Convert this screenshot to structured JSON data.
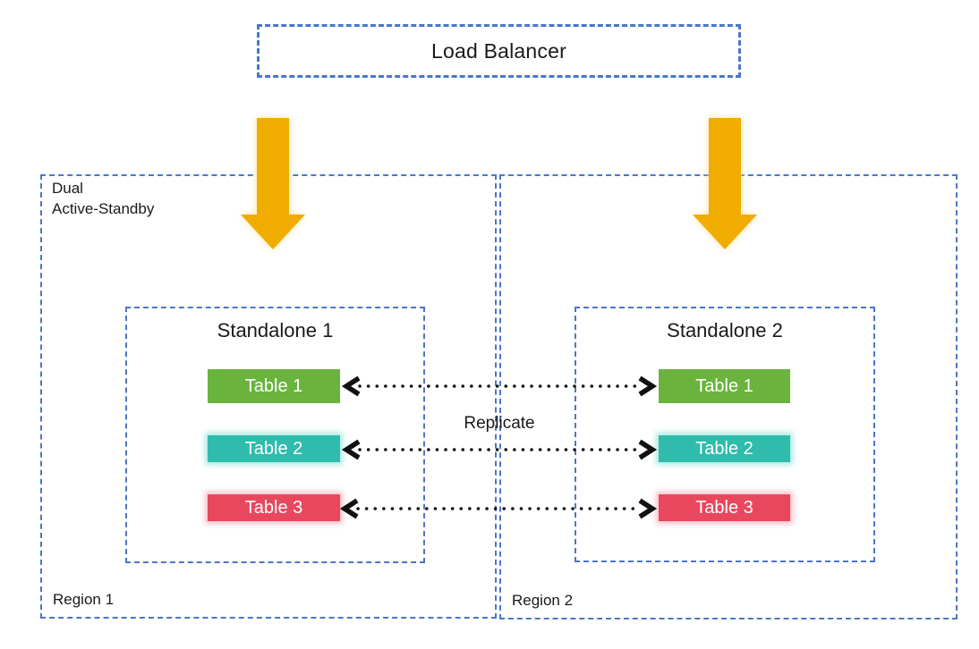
{
  "diagram": {
    "load_balancer": {
      "label": "Load Balancer"
    },
    "replicate_label": "Replicate",
    "regions": [
      {
        "label": "Region 1",
        "mode_label_line1": "Dual",
        "mode_label_line2": "Active-Standby",
        "standalone": {
          "label": "Standalone 1",
          "tables": [
            {
              "label": "Table 1"
            },
            {
              "label": "Table 2"
            },
            {
              "label": "Table 3"
            }
          ]
        }
      },
      {
        "label": "Region 2",
        "standalone": {
          "label": "Standalone 2",
          "tables": [
            {
              "label": "Table 1"
            },
            {
              "label": "Table 2"
            },
            {
              "label": "Table 3"
            }
          ]
        }
      }
    ],
    "colors": {
      "border_blue": "#4a77c8",
      "arrow_gold": "#f0ad00",
      "table1_green": "#6ab43e",
      "table2_teal": "#2fbcac",
      "table3_red": "#e9475e",
      "replicate_arrow_black": "#111111",
      "text_black": "#1a1a1a"
    }
  }
}
